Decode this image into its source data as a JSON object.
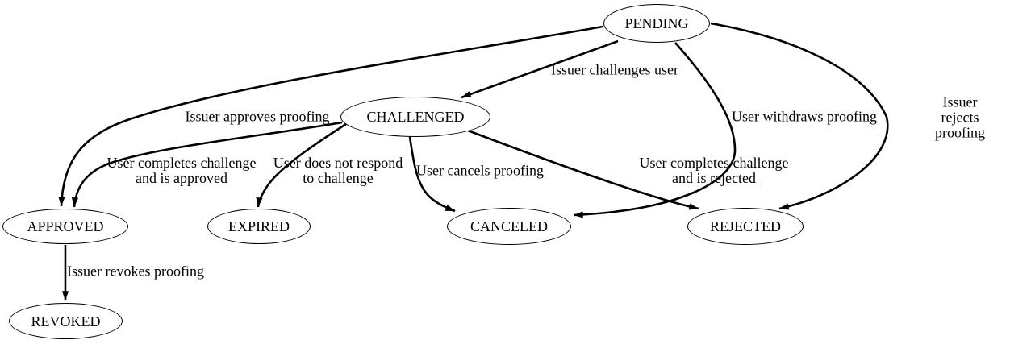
{
  "diagram": {
    "type": "state-machine",
    "background_color": "#ffffff",
    "line_color": "#000000",
    "nodes": [
      {
        "id": "pending",
        "label": "PENDING"
      },
      {
        "id": "challenged",
        "label": "CHALLENGED"
      },
      {
        "id": "approved",
        "label": "APPROVED"
      },
      {
        "id": "expired",
        "label": "EXPIRED"
      },
      {
        "id": "canceled",
        "label": "CANCELED"
      },
      {
        "id": "rejected",
        "label": "REJECTED"
      },
      {
        "id": "revoked",
        "label": "REVOKED"
      }
    ],
    "edges": [
      {
        "from": "PENDING",
        "to": "CHALLENGED",
        "label": "Issuer challenges user"
      },
      {
        "from": "PENDING",
        "to": "APPROVED",
        "label": "Issuer approves proofing"
      },
      {
        "from": "PENDING",
        "to": "CANCELED",
        "label": "User withdraws proofing"
      },
      {
        "from": "PENDING",
        "to": "REJECTED",
        "label": "Issuer rejects proofing"
      },
      {
        "from": "CHALLENGED",
        "to": "APPROVED",
        "label": "User completes challenge\nand is approved"
      },
      {
        "from": "CHALLENGED",
        "to": "EXPIRED",
        "label": "User does not respond\nto challenge"
      },
      {
        "from": "CHALLENGED",
        "to": "CANCELED",
        "label": "User cancels proofing"
      },
      {
        "from": "CHALLENGED",
        "to": "REJECTED",
        "label": "User completes challenge\nand is rejected"
      },
      {
        "from": "APPROVED",
        "to": "REVOKED",
        "label": "Issuer revokes proofing"
      }
    ]
  }
}
